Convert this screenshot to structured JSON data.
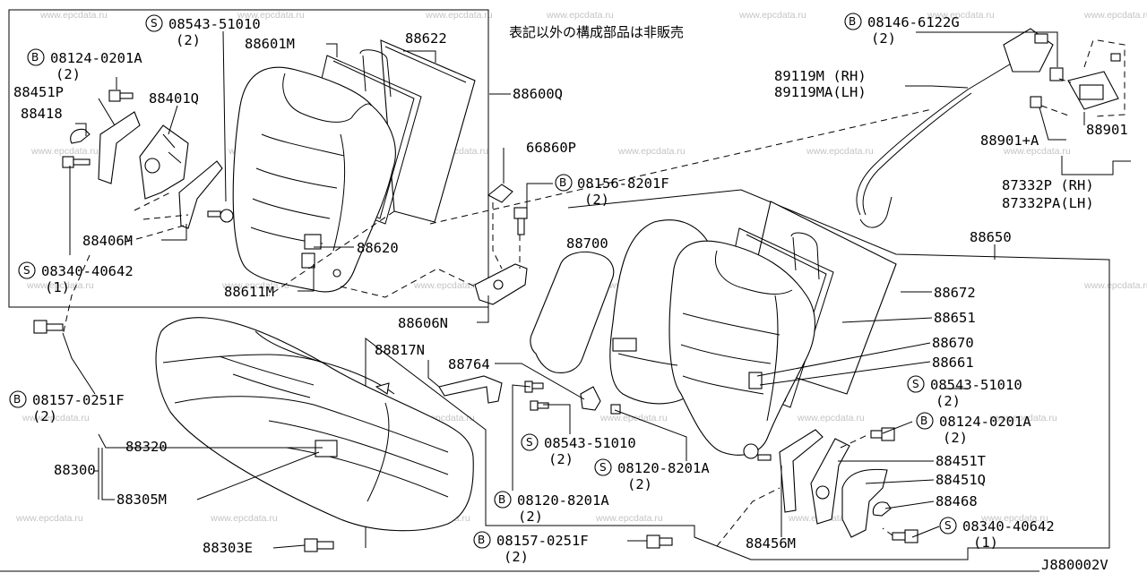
{
  "header": {
    "note": "表記以外の構成部品は非販売",
    "diagram_code": "J880002V"
  },
  "watermark": "www.epcdata.ru",
  "labels": {
    "l1": {
      "prefix": "S",
      "code": "08543-51010",
      "qty": "(2)"
    },
    "l2": {
      "code": "88601M"
    },
    "l3": {
      "code": "88622"
    },
    "l4": {
      "prefix": "B",
      "code": "08124-0201A",
      "qty": "(2)"
    },
    "l5": {
      "code": "88451P"
    },
    "l6": {
      "code": "88401Q"
    },
    "l7": {
      "code": "88418"
    },
    "l8": {
      "code": "88600Q"
    },
    "l9": {
      "code": "88406M"
    },
    "l10": {
      "code": "88620"
    },
    "l11": {
      "prefix": "S",
      "code": "08340-40642",
      "qty": "(1)"
    },
    "l12": {
      "code": "88611M"
    },
    "l13": {
      "code": "66860P"
    },
    "l14": {
      "prefix": "B",
      "code": "08156-8201F",
      "qty": "(2)"
    },
    "l15": {
      "code": "88700"
    },
    "l16": {
      "code": "88606N"
    },
    "l17": {
      "prefix": "B",
      "code": "08146-6122G",
      "qty": "(2)"
    },
    "l18": {
      "code": "89119M (RH)"
    },
    "l19": {
      "code": "89119MA(LH)"
    },
    "l20": {
      "code": "88901+A"
    },
    "l21": {
      "code": "88901"
    },
    "l22": {
      "code": "87332P (RH)"
    },
    "l23": {
      "code": "87332PA(LH)"
    },
    "l24": {
      "code": "88650"
    },
    "l25": {
      "code": "88672"
    },
    "l26": {
      "code": "88651"
    },
    "l27": {
      "code": "88670"
    },
    "l28": {
      "code": "88661"
    },
    "l29": {
      "prefix": "S",
      "code": "08543-51010",
      "qty": "(2)"
    },
    "l30": {
      "prefix": "B",
      "code": "08124-0201A",
      "qty": "(2)"
    },
    "l31": {
      "code": "88451T"
    },
    "l32": {
      "code": "88451Q"
    },
    "l33": {
      "code": "88468"
    },
    "l34": {
      "prefix": "S",
      "code": "08340-40642",
      "qty": "(1)"
    },
    "l35": {
      "code": "88456M"
    },
    "l36": {
      "code": "88817N"
    },
    "l37": {
      "code": "88764"
    },
    "l38": {
      "prefix": "S",
      "code": "08543-51010",
      "qty": "(2)"
    },
    "l39": {
      "prefix": "S",
      "code": "08120-8201A",
      "qty": "(2)"
    },
    "l40": {
      "prefix": "B",
      "code": "08120-8201A",
      "qty": "(2)"
    },
    "l41": {
      "prefix": "B",
      "code": "08157-0251F",
      "qty": "(2)"
    },
    "l42": {
      "prefix": "B",
      "code": "08157-0251F",
      "qty": "(2)"
    },
    "l43": {
      "code": "88320"
    },
    "l44": {
      "code": "88300"
    },
    "l45": {
      "code": "88305M"
    },
    "l46": {
      "code": "88303E"
    }
  }
}
